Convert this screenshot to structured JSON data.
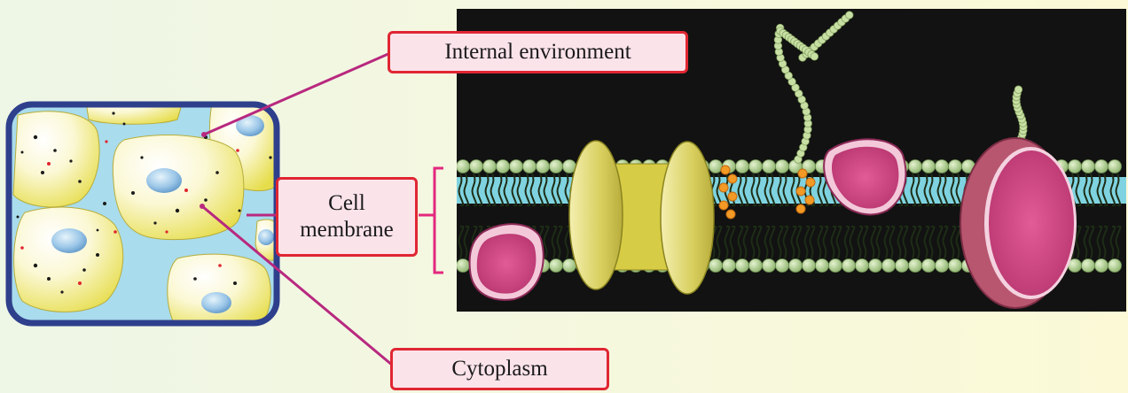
{
  "labels": {
    "internal_environment": "Internal environment",
    "cell_membrane_line1": "Cell",
    "cell_membrane_line2": "membrane",
    "cytoplasm": "Cytoplasm"
  },
  "colors": {
    "label_border": "#e02633",
    "label_fill": "#fbe3ea",
    "leader_line": "#b8287f",
    "tissue_frame": "#2e3f8c",
    "interstitial_fluid": "#a9dcec",
    "cell_fill": "#f4ee9a",
    "nucleus": "#9cc7e8",
    "membrane_heads": "#a9c98c",
    "membrane_core": "#7fd3e0",
    "panel_background": "#121212",
    "protein_pink": "#d9528f",
    "protein_yellow": "#d8cf5e",
    "cholesterol_orange": "#f29a25"
  }
}
